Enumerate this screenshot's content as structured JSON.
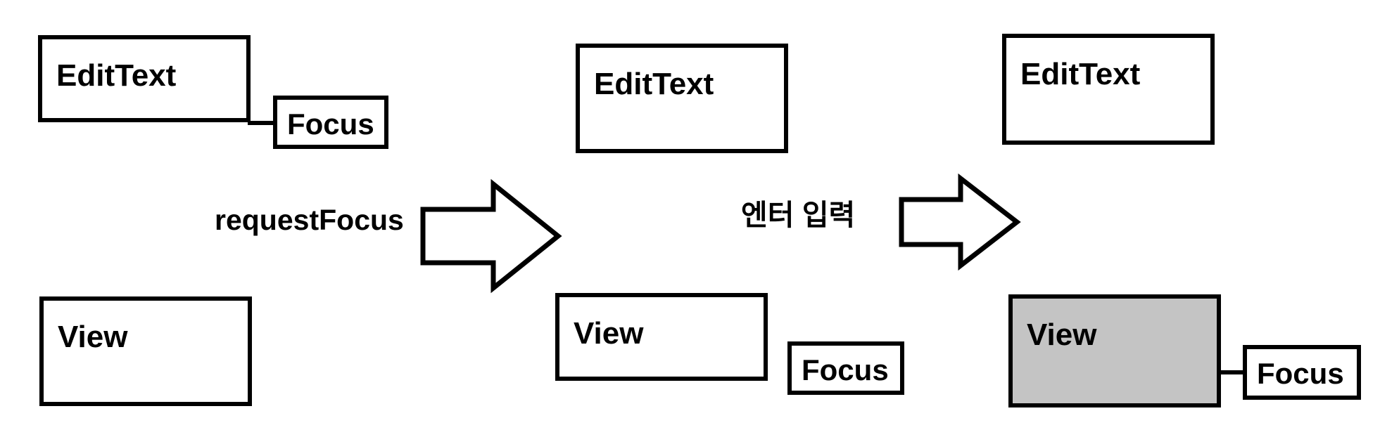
{
  "diagram": {
    "title": "Android focus transition diagram",
    "background_color": "#ffffff",
    "stroke_color": "#000000",
    "shaded_fill_color": "#c4c4c4",
    "stages": [
      {
        "id": "stage-1",
        "edittext_label": "EditText",
        "edittext_focus_label": "Focus",
        "edittext_has_focus": true,
        "view_label": "View",
        "view_has_focus": false,
        "view_shaded": false
      },
      {
        "id": "stage-2",
        "edittext_label": "EditText",
        "edittext_has_focus": false,
        "view_label": "View",
        "view_focus_label": "Focus",
        "view_has_focus": false,
        "view_shaded": false
      },
      {
        "id": "stage-3",
        "edittext_label": "EditText",
        "edittext_has_focus": false,
        "view_label": "View",
        "view_focus_label": "Focus",
        "view_has_focus": true,
        "view_shaded": true
      }
    ],
    "transitions": [
      {
        "id": "transition-1",
        "label": "requestFocus",
        "arrow": "right-block-arrow"
      },
      {
        "id": "transition-2",
        "label": "엔터 입력",
        "arrow": "right-block-arrow"
      }
    ]
  }
}
